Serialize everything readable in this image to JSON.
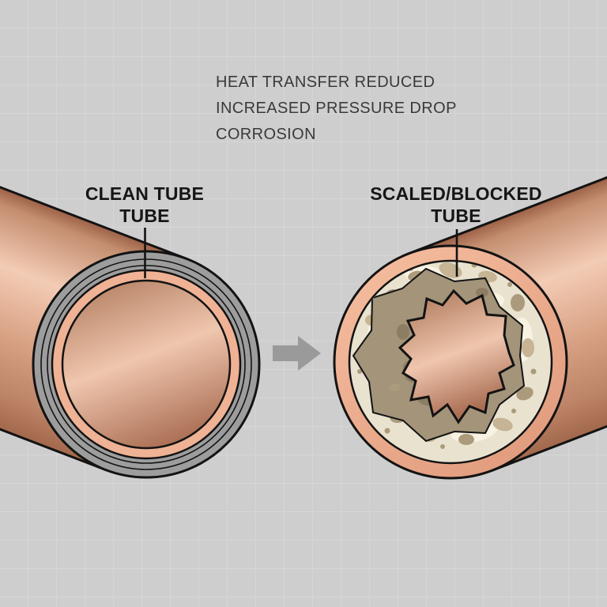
{
  "annotations": {
    "line1": "HEAT TRANSFER REDUCED",
    "line2": "INCREASED PRESSURE DROP",
    "line3": "CORROSION"
  },
  "labels": {
    "clean": {
      "line1": "CLEAN TUBE",
      "line2": "TUBE"
    },
    "scaled": {
      "line1": "SCALED/BLOCKED",
      "line2": "TUBE"
    }
  },
  "icons": {
    "arrow": "right-arrow"
  },
  "colors": {
    "bg": "#cecece",
    "grid": "#dadada",
    "outline": "#131313",
    "annText": "#3a3a3a",
    "labelText": "#161616",
    "ringGray": "#9d9d9d",
    "salmon": "#efb294",
    "salmonLight": "#f4bb9d",
    "salmonDark": "#e19b7d",
    "copperEdge": "#9c6147",
    "copperMid": "#c48d6f",
    "copperHi": "#f3ccb5",
    "copperMid2": "#d9a285",
    "copperLow": "#bd8467",
    "copperEdge2": "#a2684c",
    "faceDark": "#bd8a6d",
    "faceHi": "#efc6ae",
    "faceLow": "#ab6f54",
    "scaleBase": "#e9e2cf",
    "scaleLight": "#f7f2e2",
    "scaleTan": "#c6b494",
    "scaleTan2": "#ab9a7c",
    "scaleDark": "#a3947a",
    "scaleDarker": "#8c7d63",
    "arrow": "#9a9a9a"
  }
}
